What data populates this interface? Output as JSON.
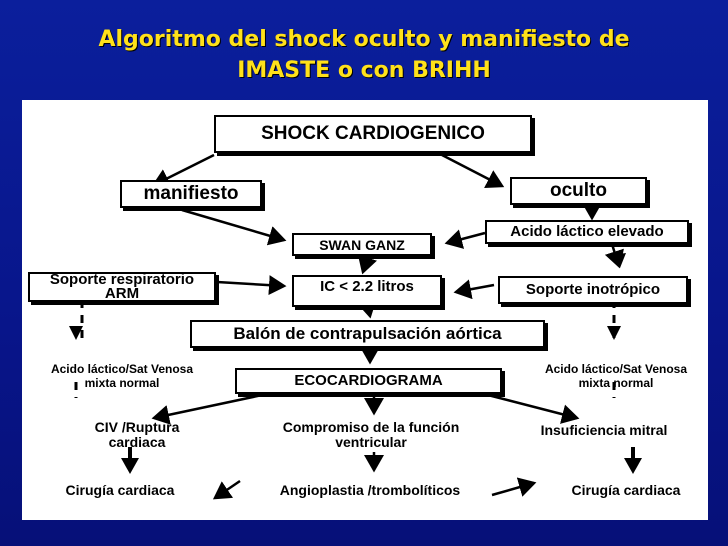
{
  "title": {
    "line1": "Algoritmo del shock oculto y manifiesto de",
    "line2": "IMASTE o con BRIHH"
  },
  "nodes": {
    "shock": "SHOCK CARDIOGENICO",
    "manifiesto": "manifiesto",
    "oculto": "oculto",
    "acido_elevado": "Acido láctico elevado",
    "swan_ganz": "SWAN GANZ",
    "soporte_resp_line1": "Soporte respiratorio",
    "soporte_resp_line2": "ARM",
    "ic": "IC < 2.2 litros",
    "soporte_inotropico": "Soporte inotrópico",
    "balon": "Balón de contrapulsación aórtica",
    "acido_normal_left_line1": "Acido láctico/Sat Venosa",
    "acido_normal_left_line2": "mixta normal",
    "acido_normal_right_line1": "Acido láctico/Sat Venosa",
    "acido_normal_right_line2": "mixta normal",
    "ecocardiograma": "ECOCARDIOGRAMA",
    "civ_line1": "CIV /Ruptura",
    "civ_line2": "cardiaca",
    "compromiso_line1": "Compromiso de la función",
    "compromiso_line2": "ventricular",
    "insuficiencia": "Insuficiencia mitral",
    "cirugia_left": "Cirugía cardiaca",
    "angioplastia": "Angioplastia /trombolíticos",
    "cirugia_right": "Cirugía cardiaca"
  },
  "colors": {
    "background": "#0a1a8c",
    "title": "#ffe11a",
    "panel": "#ffffff",
    "ink": "#000000"
  }
}
